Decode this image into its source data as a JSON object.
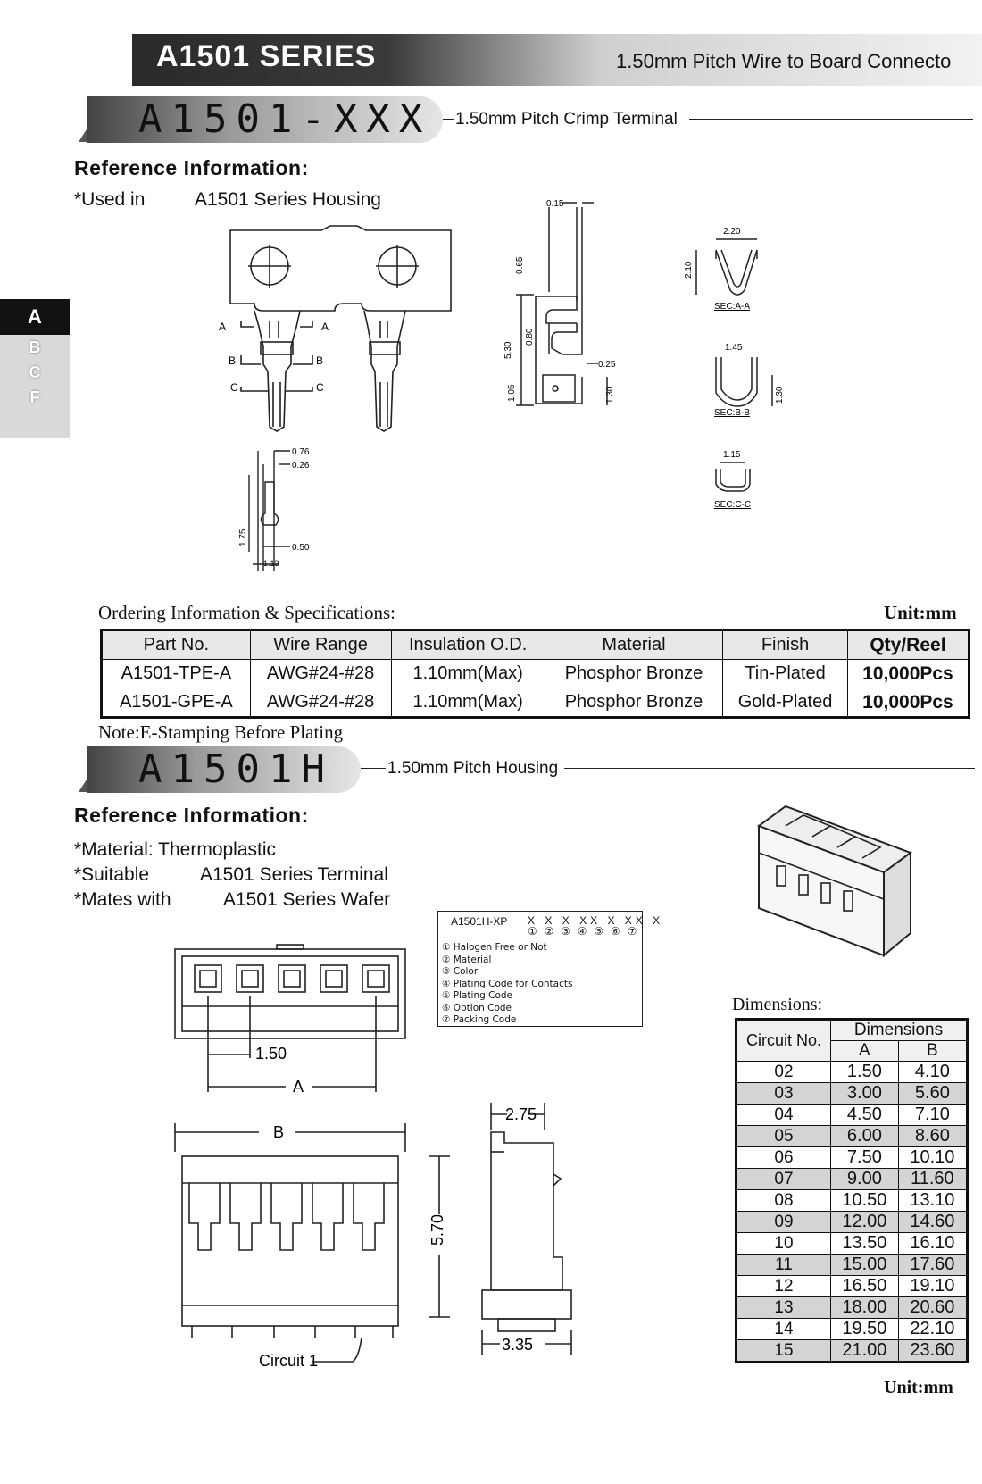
{
  "header": {
    "title": "A1501 SERIES",
    "subtitle": "1.50mm Pitch Wire to Board Connecto"
  },
  "side_tabs": {
    "active": "A",
    "others": [
      "B",
      "C",
      "F"
    ]
  },
  "terminal": {
    "banner": "A1501-XXX",
    "banner_label": "1.50mm Pitch Crimp Terminal",
    "ref_heading": "Reference Information:",
    "used_in_label": "*Used in",
    "used_in_value": "A1501 Series Housing",
    "drawing_labels": {
      "t015": "0.15",
      "t065": "0.65",
      "t530": "5.30",
      "t080": "0.80",
      "t025": "0.25",
      "t105": "1.05",
      "t130": "1.30",
      "t220": "2.20",
      "t210": "2.10",
      "secA": "SEC:A-A",
      "t145": "1.45",
      "t130b": "1.30",
      "secB": "SEC:B-B",
      "t115": "1.15",
      "secC": "SEC:C-C",
      "t076": "0.76",
      "t026": "0.26",
      "t175": "1.75",
      "t050": "0.50",
      "t113": "1.13",
      "A": "A",
      "B": "B",
      "C": "C"
    },
    "ordering_title": "Ordering Information & Specifications:",
    "unit": "Unit:mm",
    "columns": [
      "Part No.",
      "Wire Range",
      "Insulation O.D.",
      "Material",
      "Finish",
      "Qty/Reel"
    ],
    "rows": [
      [
        "A1501-TPE-A",
        "AWG#24-#28",
        "1.10mm(Max)",
        "Phosphor Bronze",
        "Tin-Plated",
        "10,000Pcs"
      ],
      [
        "A1501-GPE-A",
        "AWG#24-#28",
        "1.10mm(Max)",
        "Phosphor Bronze",
        "Gold-Plated",
        "10,000Pcs"
      ]
    ],
    "note": "Note:E-Stamping Before Plating"
  },
  "housing": {
    "banner": "A1501H",
    "banner_label": "1.50mm Pitch Housing",
    "ref_heading": "Reference Information:",
    "material": "*Material: Thermoplastic",
    "suitable_label": "*Suitable",
    "suitable_value": "A1501 Series Terminal",
    "mates_label": "*Mates with",
    "mates_value": "A1501 Series Wafer",
    "drawing_labels": {
      "pitch": "1.50",
      "A": "A",
      "B": "B",
      "height": "5.70",
      "width_top": "2.75",
      "width_bottom": "3.35",
      "circuit": "Circuit  1"
    },
    "code_box": {
      "part": "A1501H-XP",
      "marks": [
        "X",
        "X",
        "X",
        "XX",
        "X",
        "XX",
        "X"
      ],
      "nums": [
        "①",
        "②",
        "③",
        "④",
        "⑤",
        "⑥",
        "⑦"
      ],
      "legend": [
        "① Halogen Free or Not",
        "② Material",
        "③ Color",
        "④ Plating Code for Contacts",
        "⑤ Plating Code",
        "⑥ Option Code",
        "⑦ Packing Code"
      ]
    },
    "dims_title": "Dimensions:",
    "dims_header": {
      "circuit": "Circuit No.",
      "group": "Dimensions",
      "a": "A",
      "b": "B"
    },
    "dims_rows": [
      [
        "02",
        "1.50",
        "4.10"
      ],
      [
        "03",
        "3.00",
        "5.60"
      ],
      [
        "04",
        "4.50",
        "7.10"
      ],
      [
        "05",
        "6.00",
        "8.60"
      ],
      [
        "06",
        "7.50",
        "10.10"
      ],
      [
        "07",
        "9.00",
        "11.60"
      ],
      [
        "08",
        "10.50",
        "13.10"
      ],
      [
        "09",
        "12.00",
        "14.60"
      ],
      [
        "10",
        "13.50",
        "16.10"
      ],
      [
        "11",
        "15.00",
        "17.60"
      ],
      [
        "12",
        "16.50",
        "19.10"
      ],
      [
        "13",
        "18.00",
        "20.60"
      ],
      [
        "14",
        "19.50",
        "22.10"
      ],
      [
        "15",
        "21.00",
        "23.60"
      ]
    ],
    "unit": "Unit:mm"
  }
}
